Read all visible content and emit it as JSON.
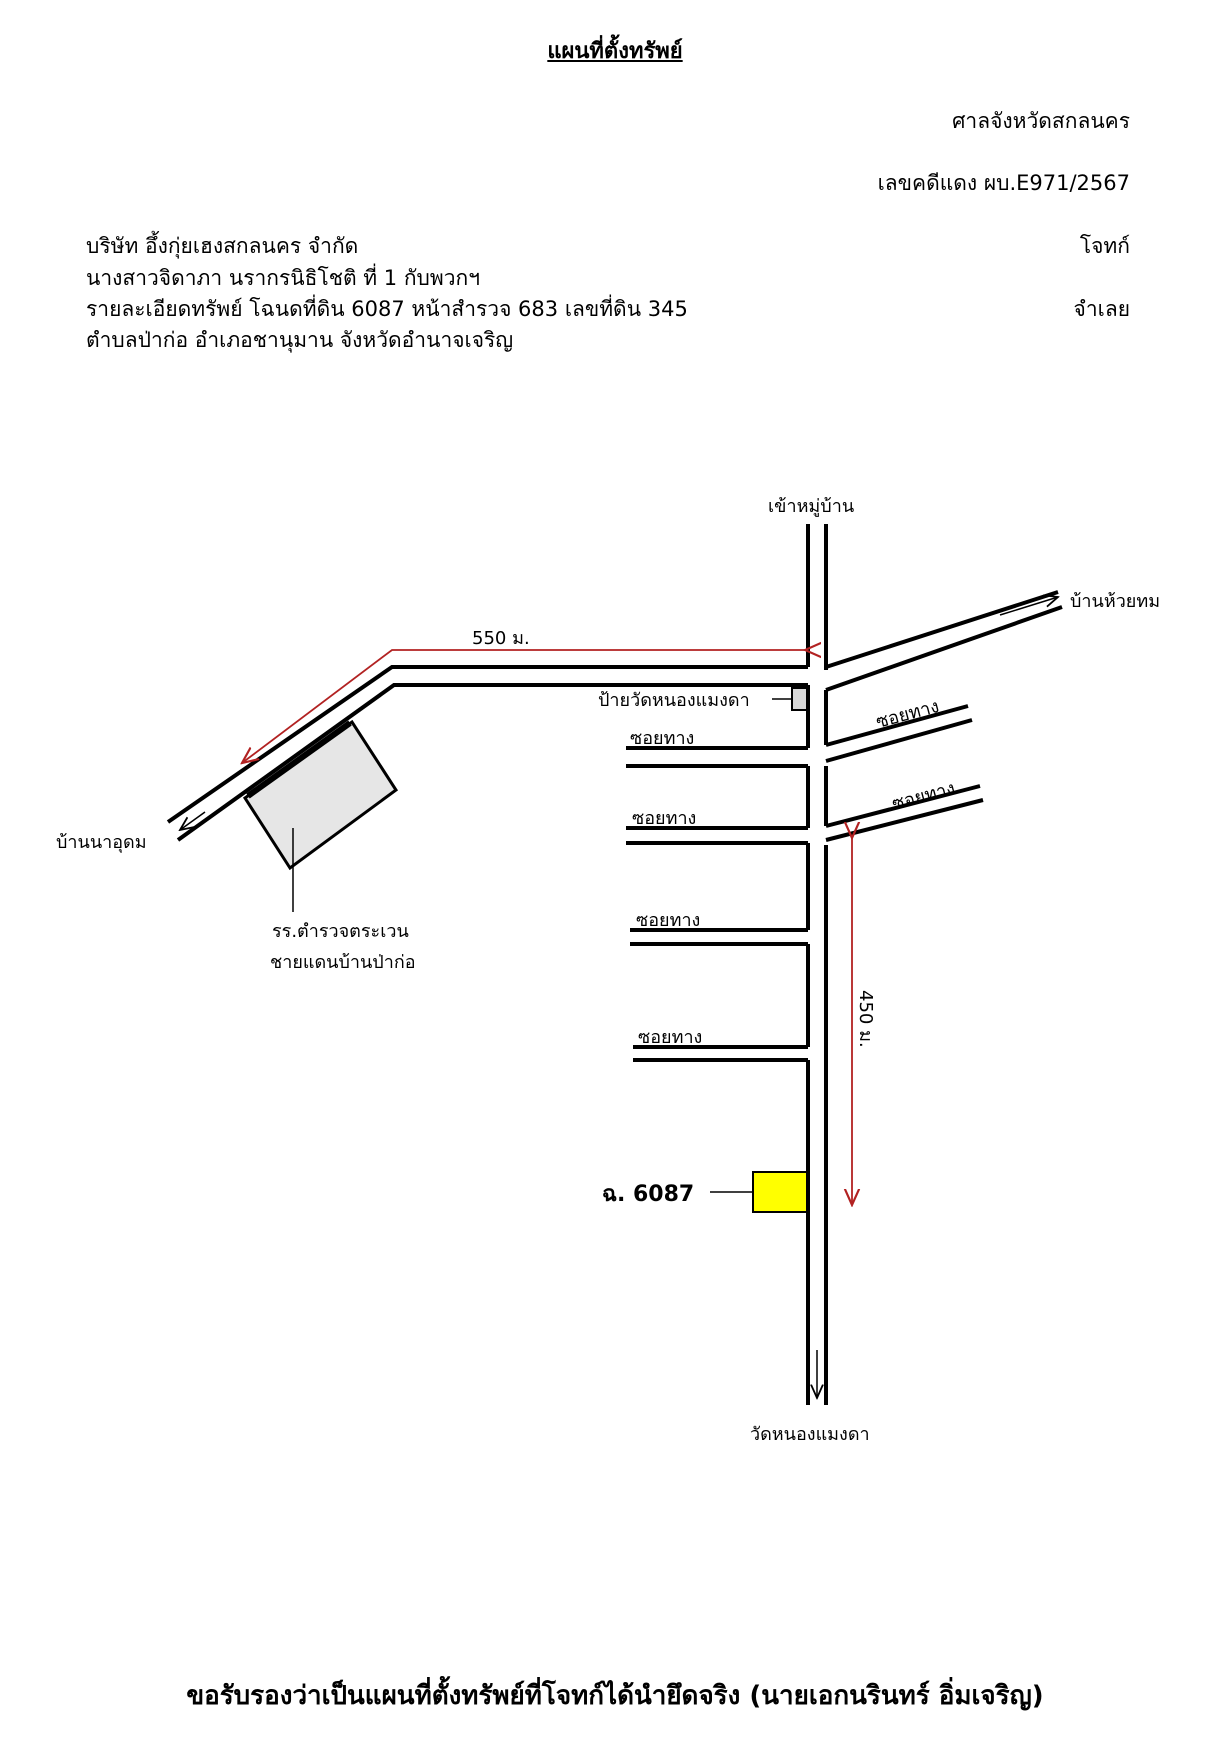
{
  "header": {
    "title": "แผนที่ตั้งทรัพย์",
    "court": "ศาลจังหวัดสกลนคร",
    "case_no": "เลขคดีแดง ผบ.E971/2567",
    "plaintiff_name": "บริษัท อึ้งกุ่ยเฮงสกลนคร จำกัด",
    "plaintiff_role": "โจทก์",
    "defendant_name": "นางสาวจิดาภา  นรากรนิธิโชติ  ที่ 1 กับพวกฯ",
    "defendant_role": "จำเลย",
    "property_detail": "รายละเอียดทรัพย์ โฉนดที่ดิน 6087 หน้าสำรวจ 683 เลขที่ดิน 345",
    "location": "ตำบลป่าก่อ  อำเภอชานุมาน  จังหวัดอำนาจเจริญ"
  },
  "map": {
    "north_label": "เข้าหมู่บ้าน",
    "south_label": "วัดหนองแมงดา",
    "northeast_label": "บ้านห้วยทม",
    "west_label": "บ้านนาอุดม",
    "sign_label": "ป้ายวัดหนองแมงดา",
    "side_road_label": "ซอยทาง",
    "school_label_1": "รร.ตำรวจตระเวน",
    "school_label_2": "ชายแดนบ้านป่าก่อ",
    "distance_top": "550 ม.",
    "distance_right": "450 ม.",
    "parcel_label": "ฉ. 6087",
    "colors": {
      "road": "#000000",
      "measure": "#b22222",
      "parcel": "#ffff00",
      "school": "#e6e6e6"
    }
  },
  "footer": {
    "certification": "ขอรับรองว่าเป็นแผนที่ตั้งทรัพย์ที่โจทก์ได้นำยึดจริง (นายเอกนรินทร์ อิ่มเจริญ)"
  }
}
